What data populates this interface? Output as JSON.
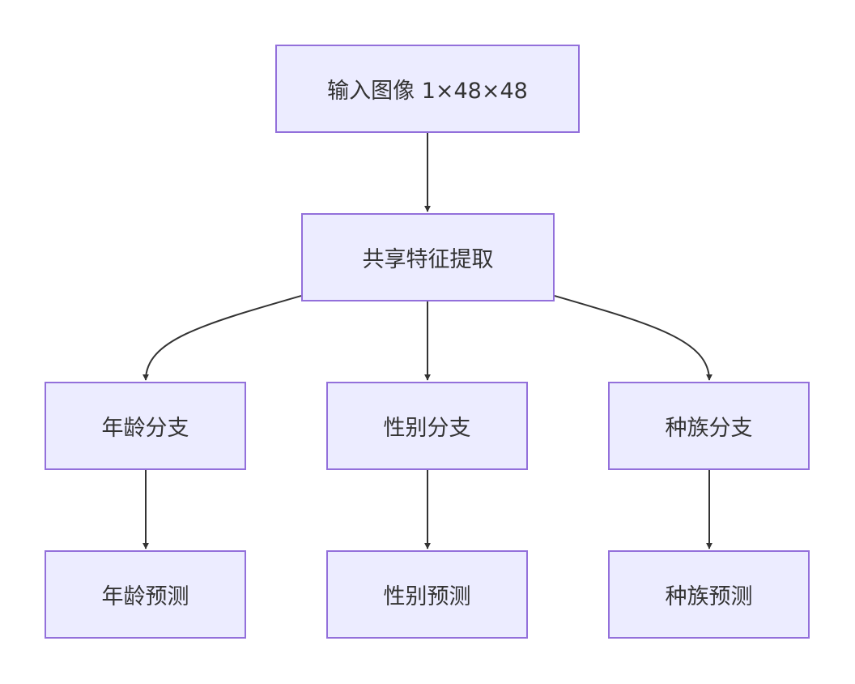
{
  "nodes": {
    "input": "输入图像 1×48×48",
    "shared": "共享特征提取",
    "age_branch": "年龄分支",
    "gender_branch": "性别分支",
    "race_branch": "种族分支",
    "age_pred": "年龄预测",
    "gender_pred": "性别预测",
    "race_pred": "种族预测"
  },
  "edges": [
    {
      "from": "input",
      "to": "shared"
    },
    {
      "from": "shared",
      "to": "age_branch"
    },
    {
      "from": "shared",
      "to": "gender_branch"
    },
    {
      "from": "shared",
      "to": "race_branch"
    },
    {
      "from": "age_branch",
      "to": "age_pred"
    },
    {
      "from": "gender_branch",
      "to": "gender_pred"
    },
    {
      "from": "race_branch",
      "to": "race_pred"
    }
  ],
  "colors": {
    "node_fill": "#ECECFF",
    "node_border": "#9370DB",
    "edge": "#333333",
    "text": "#333333"
  }
}
